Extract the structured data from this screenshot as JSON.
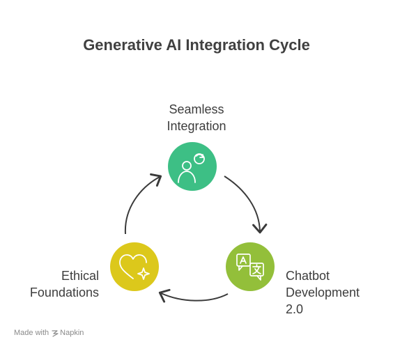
{
  "title": "Generative AI Integration Cycle",
  "nodes": [
    {
      "lines": [
        "Seamless",
        "Integration"
      ],
      "color": "#3dbf85",
      "icon": "person-refresh-icon"
    },
    {
      "lines": [
        "Chatbot",
        "Development",
        "2.0"
      ],
      "color": "#93bf3a",
      "icon": "translate-icon"
    },
    {
      "lines": [
        "Ethical",
        "Foundations"
      ],
      "color": "#dcc81b",
      "icon": "heart-sparkle-icon"
    }
  ],
  "footer": {
    "made_with": "Made with",
    "brand": "Napkin"
  }
}
